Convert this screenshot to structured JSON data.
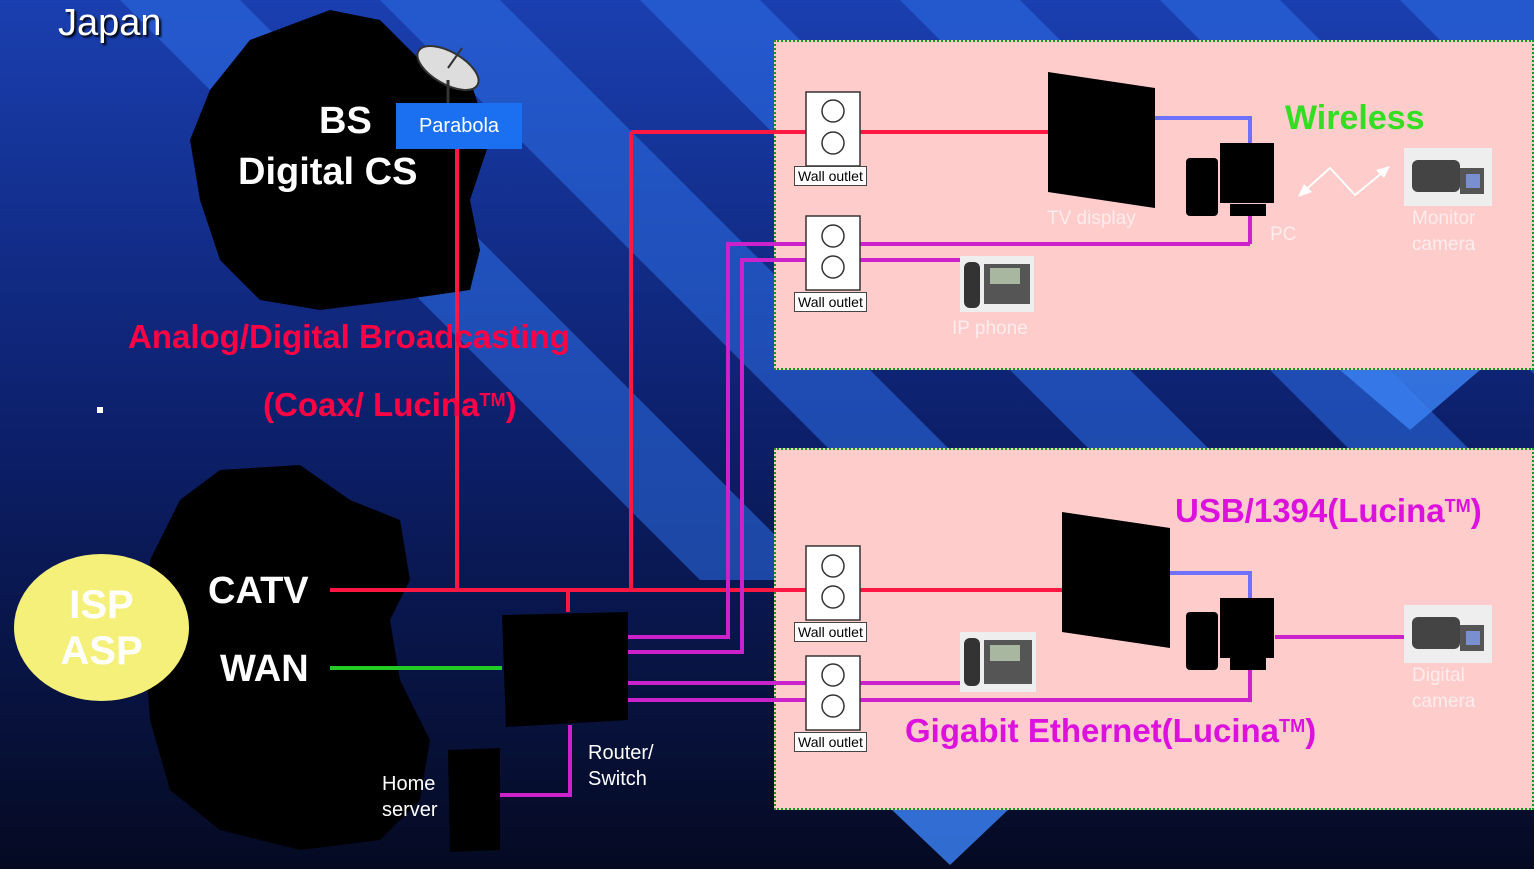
{
  "region_label": "Japan",
  "broadcast": {
    "bs": "BS",
    "digital_cs": "Digital CS",
    "parabola": "Parabola",
    "analog_digital": "Analog/Digital Broadcasting",
    "coax_prefix": "(Coax/ Lucina",
    "tm": "TM",
    "coax_suffix": ")"
  },
  "isp": {
    "line1": "ISP",
    "line2": "ASP"
  },
  "catv": "CATV",
  "wan": "WAN",
  "router": {
    "line1": "Router/",
    "line2": "Switch"
  },
  "home_server": {
    "line1": "Home",
    "line2": "server"
  },
  "wall_outlet": "Wall outlet",
  "room1": {
    "wireless": "Wireless",
    "tv_display": "TV display",
    "pc": "PC",
    "monitor_camera_1": "Monitor",
    "monitor_camera_2": "camera",
    "ip_phone": "IP phone"
  },
  "room2": {
    "usb_prefix": "USB/1394(Lucina",
    "usb_tm": "TM",
    "usb_suffix": ")",
    "gige_prefix": "Gigabit Ethernet(Lucina",
    "gige_tm": "TM",
    "gige_suffix": ")",
    "digital_camera_1": "Digital",
    "digital_camera_2": "camera"
  },
  "colors": {
    "coax": "#ff1744",
    "ethernet": "#cc22cc",
    "wan": "#22cc22",
    "usb": "#7070ff",
    "room_fill": "#ffcccc",
    "room_border": "#1a9a1a",
    "isp": "#f4f07a"
  }
}
